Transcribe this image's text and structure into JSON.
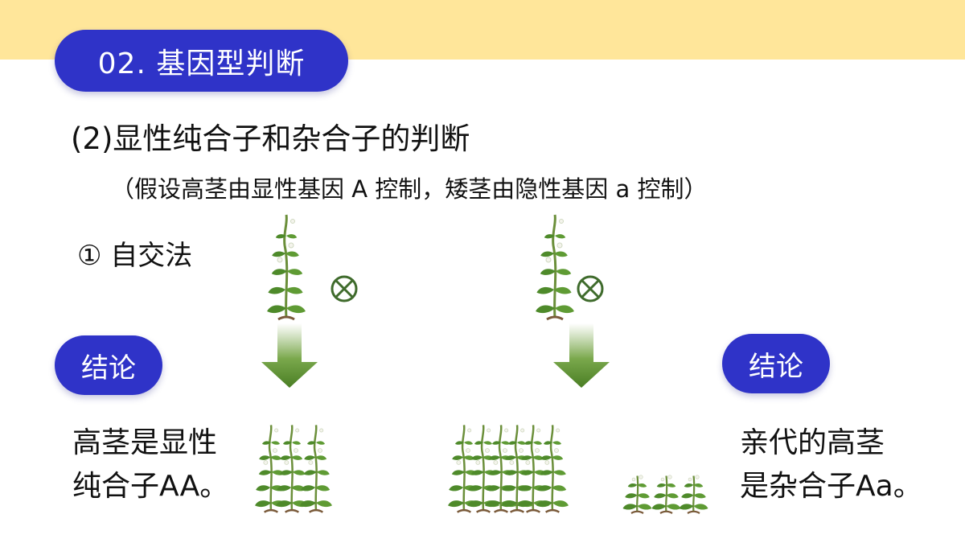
{
  "slide": {
    "section_title": "02. 基因型判断",
    "subtitle": "(2)显性纯合子和杂合子的判断",
    "assumption": "（假设高茎由显性基因 A 控制，矮茎由隐性基因 a 控制）",
    "method": "① 自交法",
    "cross_symbol": "⊗",
    "left": {
      "conclusion_label": "结论",
      "conclusion_line1": "高茎是显性",
      "conclusion_line2": "纯合子AA。"
    },
    "right": {
      "conclusion_label": "结论",
      "conclusion_line1": "亲代的高茎",
      "conclusion_line2": "是杂合子Aa。"
    }
  },
  "colors": {
    "band": "#ffe69a",
    "pill": "#2f33c8",
    "arrow": "#5a8a2e",
    "leaf": "#4e8a2a",
    "cross": "#3f6b2c"
  },
  "icons": {
    "plant": "pea-plant-icon",
    "arrow": "down-arrow-icon",
    "cross": "self-cross-icon"
  }
}
